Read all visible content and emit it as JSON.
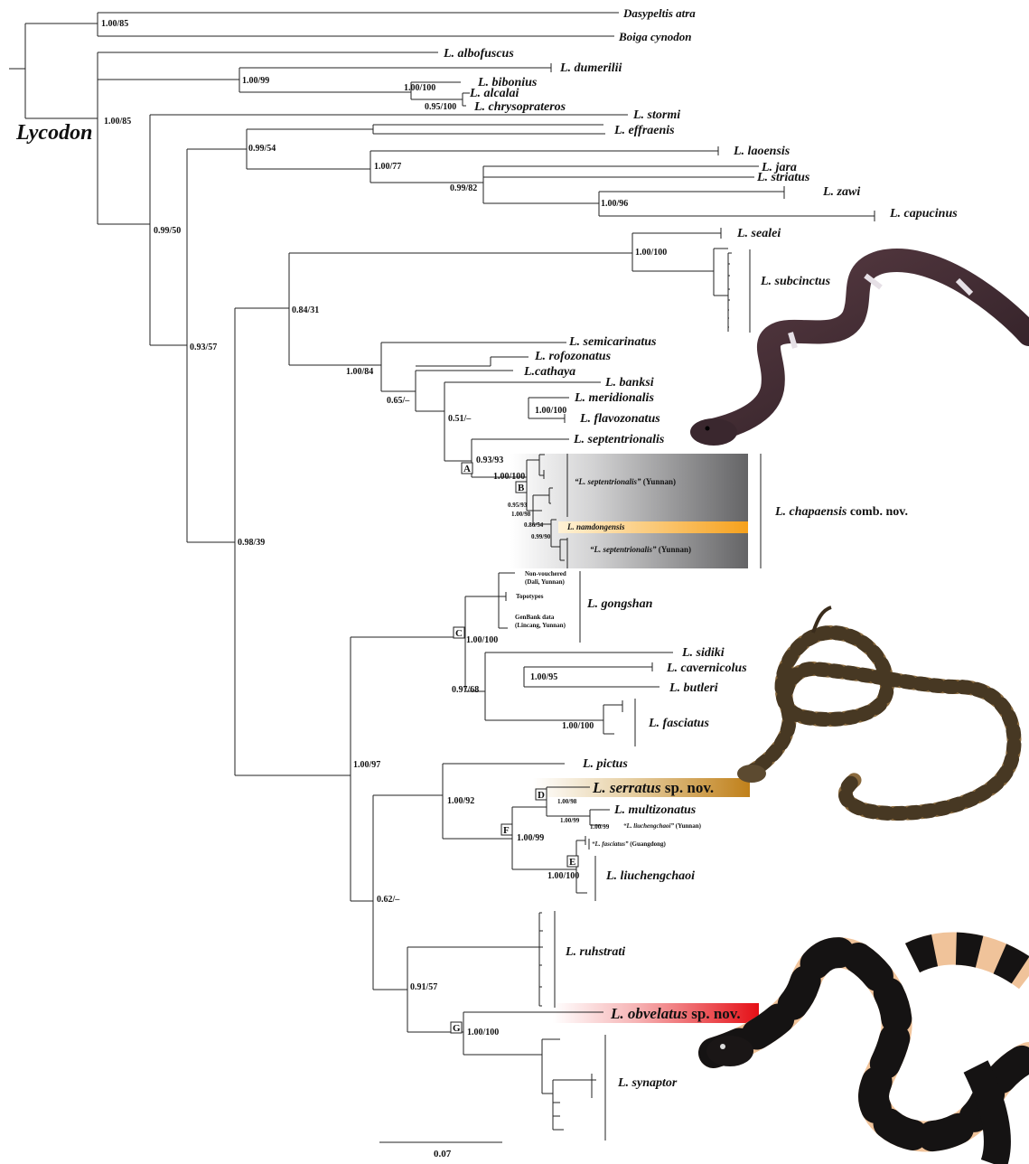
{
  "genus_label": "Lycodon",
  "scale_bar_label": "0.07",
  "taxa": {
    "dasypeltis": "Dasypeltis atra",
    "boiga": "Boiga cynodon",
    "albofuscus": "L. albofuscus",
    "dumerilii": "L. dumerilii",
    "bibonius": "L. bibonius",
    "alcalai": "L. alcalai",
    "chrysoprateros": "L. chrysoprateros",
    "stormi": "L. stormi",
    "effraenis": "L. effraenis",
    "laoensis": "L. laoensis",
    "jara": "L. jara",
    "striatus": "L. striatus",
    "zawi": "L. zawi",
    "capucinus": "L. capucinus",
    "sealei": "L. sealei",
    "subcinctus": "L. subcinctus",
    "semicarinatus": "L. semicarinatus",
    "rofozonatus": "L. rofozonatus",
    "cathaya": "L.cathaya",
    "banksi": "L. banksi",
    "meridionalis": "L. meridionalis",
    "flavozonatus": "L. flavozonatus",
    "septentrionalis": "L. septentrionalis",
    "sept_yunnan_1_name": "“L. septentrionalis”",
    "sept_yunnan_1_loc": "(Yunnan)",
    "namdongensis": "L. namdongensis",
    "sept_yunnan_2_name": "“L. septentrionalis”",
    "sept_yunnan_2_loc": "(Yunnan)",
    "chapaensis_name": "L. chapaensis",
    "chapaensis_suffix": "comb. nov.",
    "gongshan_nv_1": "Non-vouchered",
    "gongshan_nv_2": "(Dali, Yunnan)",
    "gongshan_topo": "Topotypes",
    "gongshan_gb_1": "GenBank data",
    "gongshan_gb_2": "(Lincang, Yunnan)",
    "gongshan": "L. gongshan",
    "sidiki": "L. sidiki",
    "cavernicolus": "L. cavernicolus",
    "butleri": "L. butleri",
    "fasciatus": "L. fasciatus",
    "pictus": "L. pictus",
    "serratus_name": "L. serratus",
    "serratus_suffix": "sp. nov.",
    "multizonatus": "L. multizonatus",
    "liuch_yunnan_name": "“L. liuchengchaoi”",
    "liuch_yunnan_loc": "(Yunnan)",
    "fasc_guangdong_name": "“L. fasciatus”",
    "fasc_guangdong_loc": "(Guangdong)",
    "liuchengchaoi": "L. liuchengchaoi",
    "ruhstrati": "L. ruhstrati",
    "obvelatus_name": "L. obvelatus",
    "obvelatus_suffix": "sp. nov.",
    "synaptor": "L. synaptor"
  },
  "support": {
    "s1": "1.00/85",
    "s2": "1.00/85",
    "s3": "1.00/99",
    "s4": "1.00/100",
    "s5": "0.95/100",
    "s6": "0.99/54",
    "s7": "1.00/77",
    "s8": "0.99/82",
    "s9": "1.00/96",
    "s10": "0.99/50",
    "s11": "1.00/100",
    "s12": "0.84/31",
    "s13": "0.93/57",
    "s14": "1.00/84",
    "s15": "0.65/–",
    "s16": "1.00/100",
    "s17": "0.51/–",
    "s18": "0.93/93",
    "s19": "1.00/100",
    "s20": "0.95/93",
    "s21": "1.00/98",
    "s22": "0.86/54",
    "s23": "0.99/90",
    "s24": "0.98/39",
    "s25": "1.00/100",
    "s26": "1.00/95",
    "s27": "0.97/68",
    "s28": "1.00/100",
    "s29": "1.00/97",
    "s30": "1.00/92",
    "s31": "1.00/98",
    "s32": "1.00/99",
    "s33": "1.00/99",
    "s34": "1.00/99",
    "s35": "1.00/100",
    "s36": "0.62/–",
    "s37": "0.91/57",
    "s38": "1.00/100"
  },
  "clade_markers": [
    "A",
    "B",
    "C",
    "D",
    "E",
    "F",
    "G"
  ],
  "highlight_colors": {
    "namdongensis": "#f5a020",
    "serratus": "#c8861e",
    "obvelatus": "#e8171d",
    "chapaensis_box": "#6e6e70"
  }
}
